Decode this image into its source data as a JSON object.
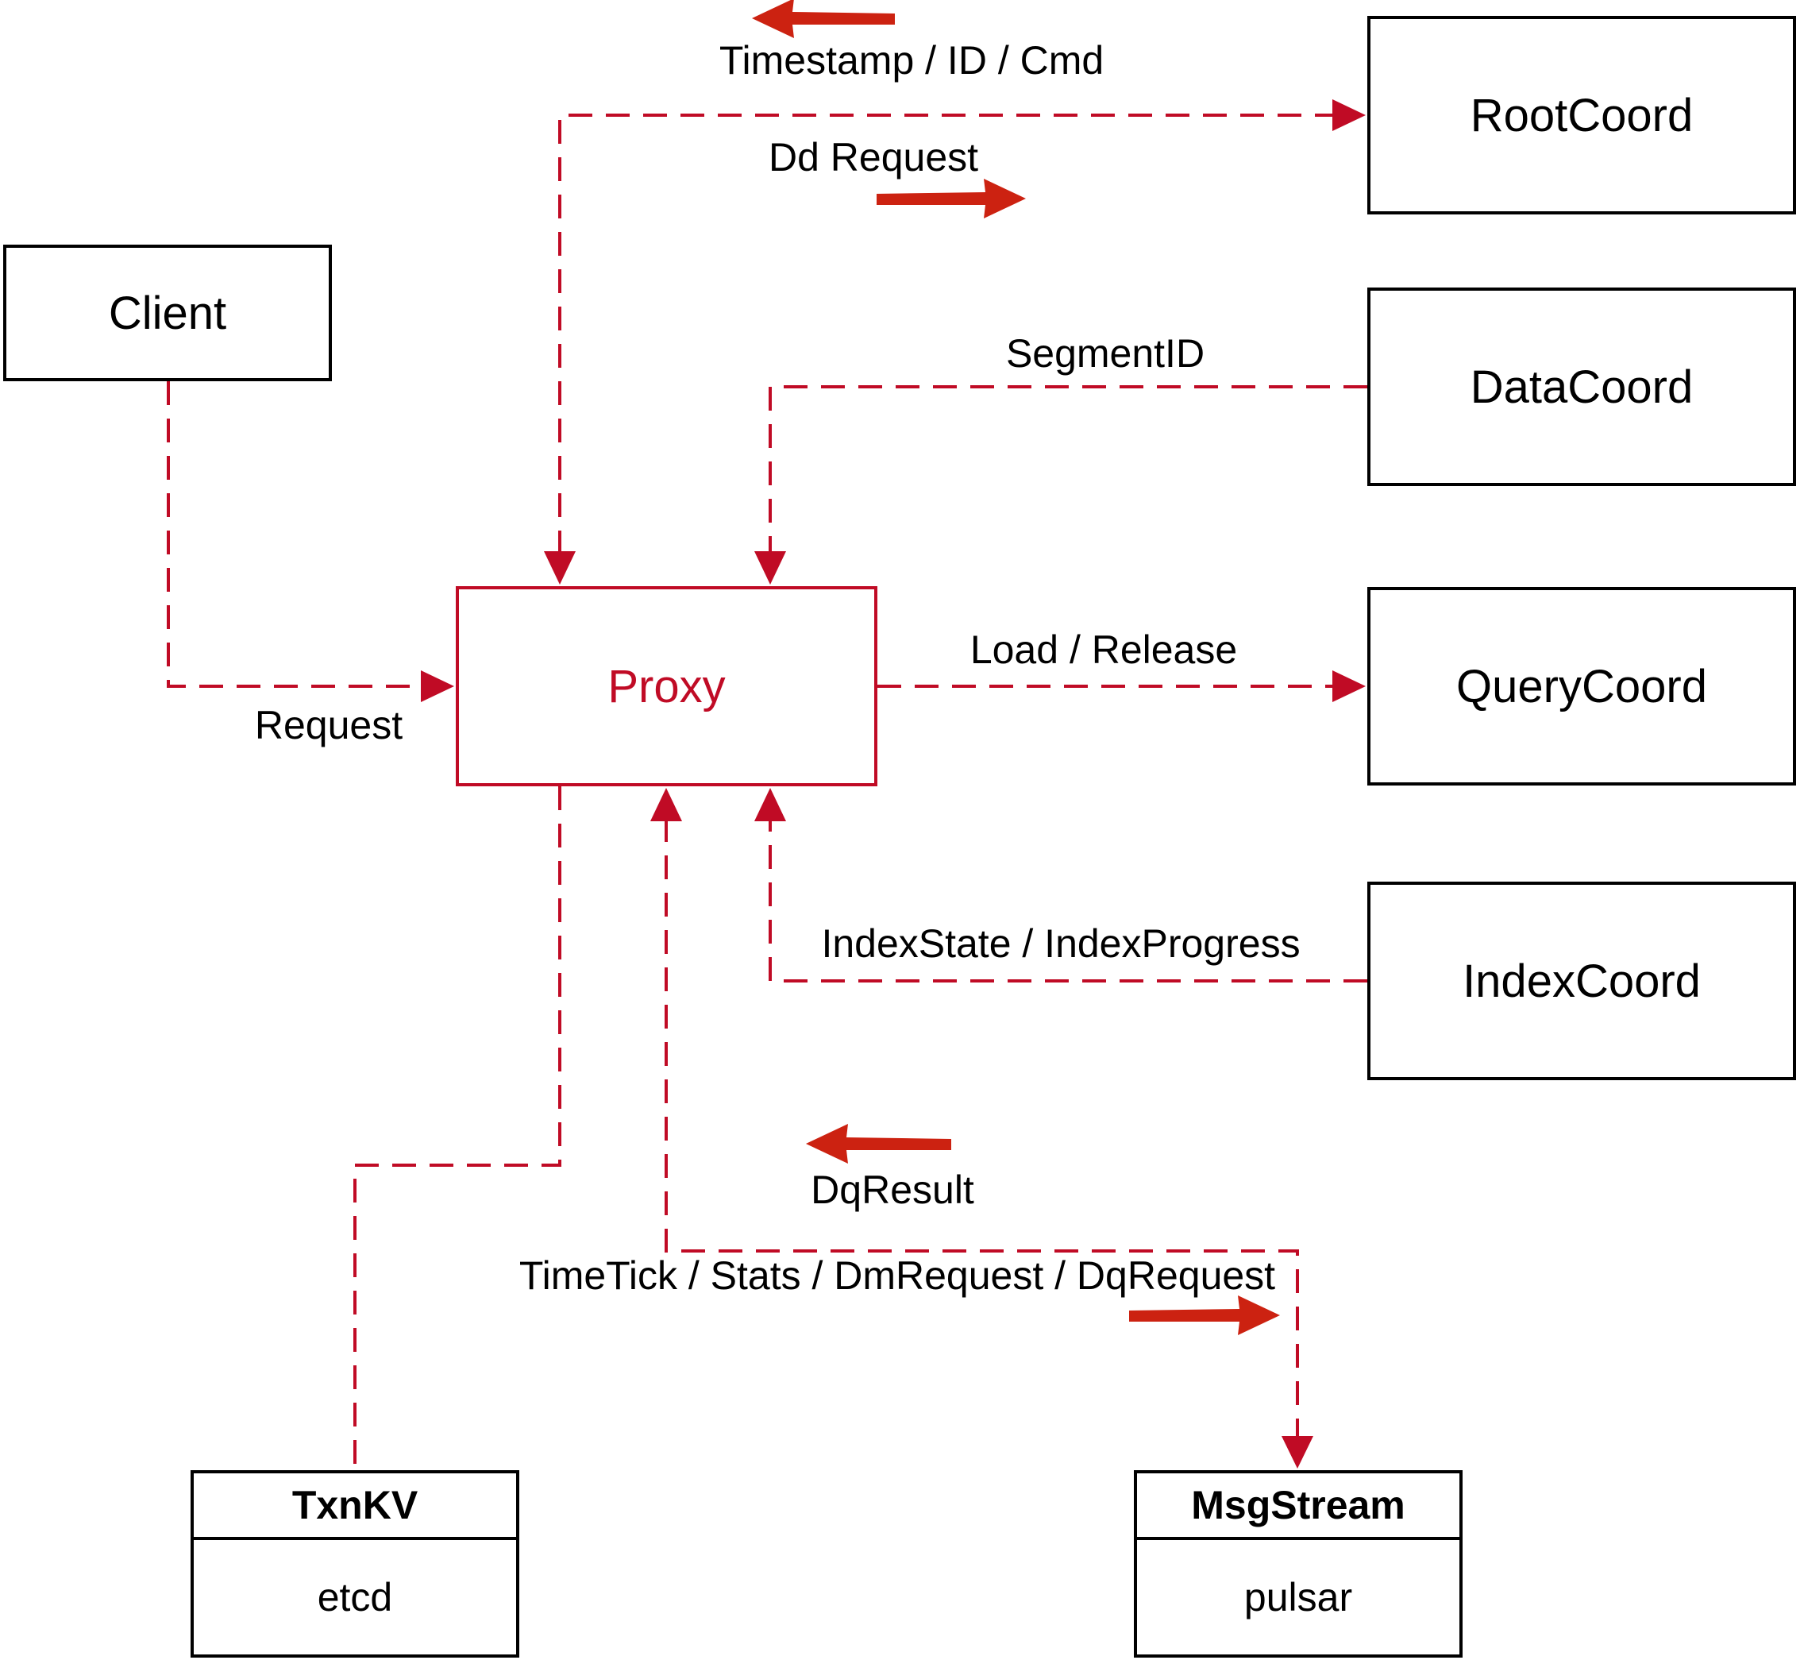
{
  "diagram": {
    "colors": {
      "connector": "#c00b25",
      "annotation_arrow": "#cc2211",
      "box_border": "#000000",
      "label_text": "#000000",
      "background": "#ffffff"
    },
    "nodes": {
      "client": {
        "label": "Client"
      },
      "proxy": {
        "label": "Proxy"
      },
      "root_coord": {
        "label": "RootCoord"
      },
      "data_coord": {
        "label": "DataCoord"
      },
      "query_coord": {
        "label": "QueryCoord"
      },
      "index_coord": {
        "label": "IndexCoord"
      },
      "txn_kv": {
        "title": "TxnKV",
        "subtitle": "etcd"
      },
      "msg_stream": {
        "title": "MsgStream",
        "subtitle": "pulsar"
      }
    },
    "edge_labels": {
      "request": "Request",
      "timestamp_id_cmd": "Timestamp / ID / Cmd",
      "dd_request": "Dd Request",
      "segment_id": "SegmentID",
      "load_release": "Load / Release",
      "index_state_progress": "IndexState / IndexProgress",
      "dq_result": "DqResult",
      "timetick_stats": "TimeTick / Stats / DmRequest / DqRequest"
    }
  }
}
